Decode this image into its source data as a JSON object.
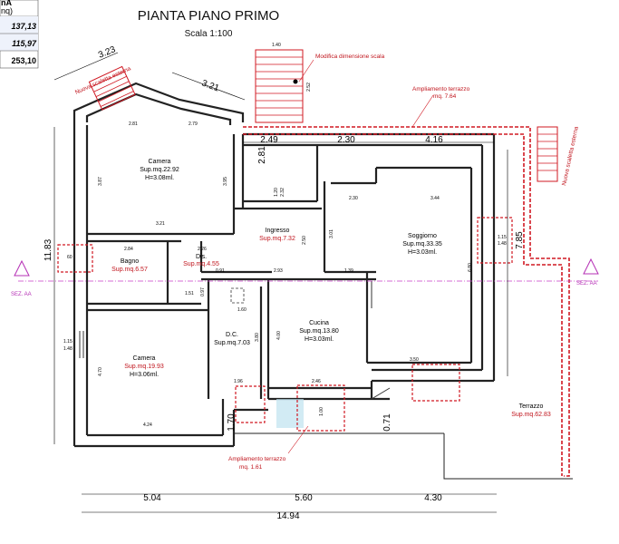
{
  "header": {
    "title": "PIANTA PIANO PRIMO",
    "scale": "Scala 1:100"
  },
  "summary_table": {
    "header_fragment": "nA",
    "unit_fragment": "nq)",
    "rows": [
      "137,13",
      "115,97",
      "253,10"
    ]
  },
  "rooms": {
    "camera1": {
      "name": "Camera",
      "area": "Sup.mq.22.92",
      "height": "H=3.08ml."
    },
    "camera2": {
      "name": "Camera",
      "area": "Sup.mq.19.93",
      "height": "H=3.06ml."
    },
    "bagno": {
      "name": "Bagno",
      "area": "Sup.mq.6.57"
    },
    "dis": {
      "name": "Dis.",
      "area": "Sup.mq.4.55"
    },
    "ingresso": {
      "name": "Ingresso",
      "area": "Sup.mq.7.32"
    },
    "soggiorno": {
      "name": "Soggiorno",
      "area": "Sup.mq.33.35",
      "height": "H=3.03ml."
    },
    "cucina": {
      "name": "Cucina",
      "area": "Sup.mq.13.80",
      "height": "H=3.03ml."
    },
    "dc": {
      "name": "D.C.",
      "area": "Sup.mq.7.03"
    },
    "terrazzo": {
      "name": "Terrazzo",
      "area": "Sup.mq.62.83"
    }
  },
  "annotations": {
    "modifica_scala": "Modifica dimensione scala",
    "ampliamento_top_title": "Ampliamento terrazzo",
    "ampliamento_top_area": "mq. 7.64",
    "ampliamento_bottom_title": "Ampliamento terrazzo",
    "ampliamento_bottom_area": "mq. 1.61",
    "scaletta_left": "Nuova scaletta esterna",
    "scaletta_right": "Nuova scaletta esterna",
    "sez_left": "SEZ. AA",
    "sez_right": "SEZ. AA"
  },
  "dimensions": {
    "roof_left": "3.23",
    "roof_right": "3.21",
    "top_249": "2.49",
    "top_230": "2.30",
    "top_416": "4.16",
    "side_281": "2.81",
    "side_1183": "11.83",
    "side_785": "7.85",
    "bottom_504": "5.04",
    "bottom_560": "5.60",
    "bottom_430": "4.30",
    "bottom_total": "14.94",
    "dim_170": "1.70",
    "dim_071": "0.71",
    "win_115": "1.15",
    "win_148": "1.48",
    "small_281": "2.81",
    "small_279": "2.79",
    "small_387": "3.87",
    "small_395": "3.95",
    "small_321": "3.21",
    "small_284": "2.84",
    "small_226": "2.26",
    "small_091": "0.91",
    "small_293": "2.93",
    "small_139": "1.39",
    "small_151": "1.51",
    "small_230": "2.30",
    "small_344": "3.44",
    "small_120": "1.20",
    "small_232": "2.32",
    "small_250": "2.50",
    "small_301": "3.01",
    "small_680": "6.80",
    "small_160": "1.60",
    "small_380": "3.80",
    "small_400": "4.00",
    "small_470": "4.70",
    "small_424": "4.24",
    "small_196": "1.96",
    "small_246": "2.46",
    "small_350": "3.50",
    "small_140": "1.40",
    "small_252": "2.52",
    "small_115": "1.15",
    "small_148": "1.48",
    "small_60": "60",
    "small_100": "1.00",
    "small_097": "0.97"
  },
  "colors": {
    "wall": "#222222",
    "red": "#d01822",
    "section_axis": "#c63cc6",
    "highlight": "#bfe3ef"
  }
}
